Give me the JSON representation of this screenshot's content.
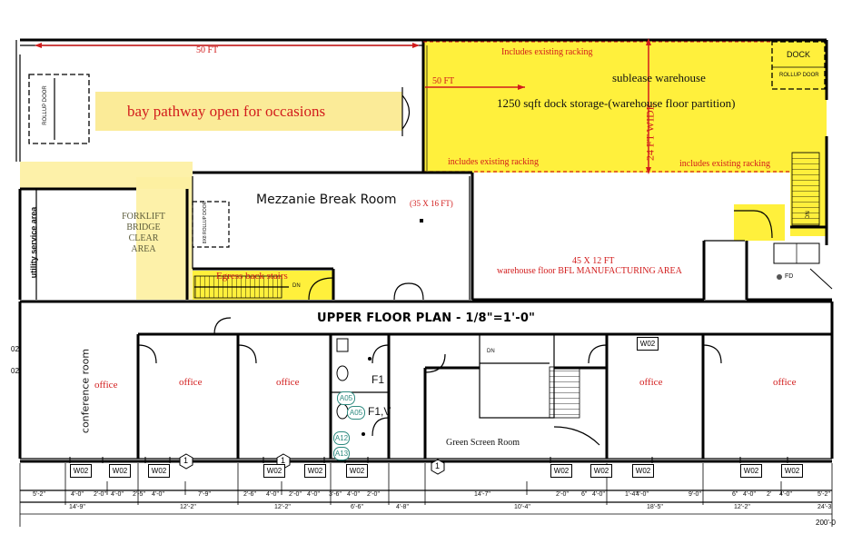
{
  "plan_title": "UPPER FLOOR PLAN - 1/8\"=1'-0\"",
  "colors": {
    "sublease_fill": "#fff03c",
    "pathway_fill": "#fbeb98",
    "forklift_fill": "#fdf0a0",
    "annotation_red": "#d21c1c",
    "forklift_text": "#5b5b3a",
    "tag_teal": "#2e8b80"
  },
  "dimensions": {
    "top_50ft": "50 FT",
    "side_50ft": "50 FT",
    "wide_24ft": "24 FT WIDE",
    "break_room_size": "(35 X 16 FT)"
  },
  "areas": {
    "sublease_warehouse": "sublease warehouse",
    "dock_storage": "1250 sqft dock storage-(warehouse floor partition)",
    "racking_top": "Includes existing racking",
    "racking_bottom_left": "includes existing racking",
    "racking_bottom_right": "includes existing racking",
    "dock": "DOCK",
    "rollup_door_dock": "ROLLUP DOOR",
    "bay_pathway": "bay pathway open for occasions",
    "rollup_door_left": "ROLLUP DOOR",
    "rollup_door_bridge": "8X8 ROLLUP DOOR",
    "forklift_l1": "FORKLIFT",
    "forklift_l2": "BRIDGE",
    "forklift_l3": "CLEAR",
    "forklift_l4": "AREA",
    "utility_service": "utility service area",
    "mezzanine": "Mezzanie Break Room",
    "egress_stairs": "Egress back stairs",
    "bfl_size": "45 X 12 FT",
    "bfl_label": "warehouse floor BFL MANUFACTURING AREA",
    "fd": "FD",
    "dn_upper": "DN",
    "dn_mid": "DN",
    "dn_right": "DN"
  },
  "rooms": {
    "conference": "conference room",
    "office_1": "office",
    "office_2": "office",
    "office_3": "office",
    "office_4": "office",
    "office_5": "office",
    "green_screen": "Green Screen Room",
    "f1_top": "F1",
    "f1_bottom": "F1,V"
  },
  "tags": {
    "a05_1": "A05",
    "a05_2": "A05",
    "a12": "A12",
    "a13": "A13",
    "w02_room": "W02",
    "w02_list": [
      "W02",
      "W02",
      "W02",
      "W02",
      "W02",
      "W02",
      "W02",
      "W02",
      "W02",
      "W02",
      "W02"
    ],
    "grid_1a": "1",
    "grid_1b": "1",
    "grid_1c": "1",
    "edge_02a": "02",
    "edge_02b": "02"
  },
  "dim_row1": [
    "5'-2\"",
    "4'-0\"",
    "2'-0\"",
    "4'-0\"",
    "2'-5\"",
    "4'-0\"",
    "7'-9\"",
    "2'-6\"",
    "4'-0\"",
    "2'-0\"",
    "4'-0\"",
    "3'-6\"",
    "4'-0\"",
    "2'-0\"",
    "14'-7\"",
    "2'-0\"",
    "6\"",
    "4'-0\"",
    "1'-4\"",
    "4'-0\"",
    "9'-0\"",
    "6\"",
    "4'-0\"",
    "2'",
    "4'-0\"",
    "5'-2\""
  ],
  "dim_row2": [
    "14'-9\"",
    "12'-2\"",
    "12'-2\"",
    "6'-6\"",
    "4'-8\"",
    "10'-4\"",
    "18'-5\"",
    "12'-2\"",
    "24'-3"
  ],
  "dim_total": "200'-0"
}
